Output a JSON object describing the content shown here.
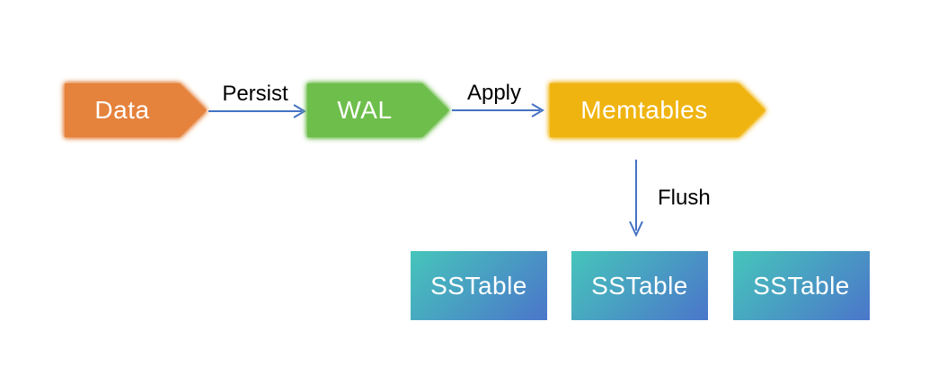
{
  "diagram": {
    "nodes": [
      {
        "label": "Data",
        "color": "#E5823C"
      },
      {
        "label": "WAL",
        "color": "#6EBE4C"
      },
      {
        "label": "Memtables",
        "color": "#F0B410"
      }
    ],
    "edges": [
      {
        "label": "Persist"
      },
      {
        "label": "Apply"
      },
      {
        "label": "Flush"
      }
    ],
    "sstables": [
      {
        "label": "SSTable"
      },
      {
        "label": "SSTable"
      },
      {
        "label": "SSTable"
      }
    ]
  },
  "colors": {
    "arrow": "#4472C4",
    "node_text": "#FFFFFF",
    "edge_label_text": "#000000",
    "node_data": "#E5823C",
    "node_wal": "#6EBE4C",
    "node_memtables": "#F0B410",
    "sstable_gradient_from": "#46C5BB",
    "sstable_gradient_to": "#4B76CA"
  }
}
